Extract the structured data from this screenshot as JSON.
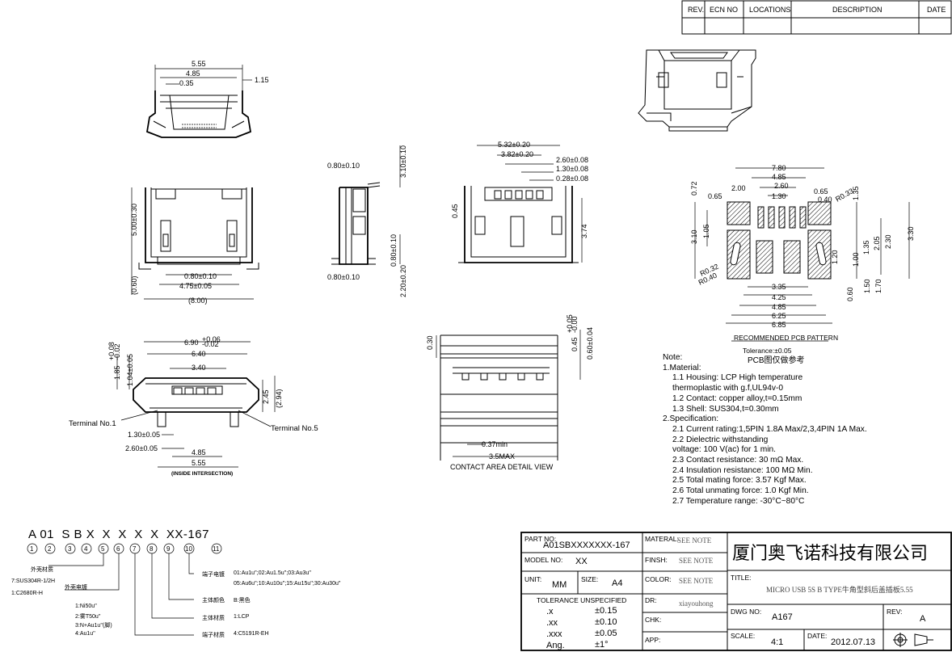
{
  "revision_table": {
    "headers": [
      "REV.",
      "ECN NO",
      "LOCATIONS",
      "DESCRIPTION",
      "DATE"
    ]
  },
  "views": {
    "top_dims": [
      "5.55",
      "4.85",
      "0.35",
      "1.15"
    ],
    "front_dims": [
      "5.00±0.30",
      "(0.60)",
      "0.80±0.10",
      "4.75±0.05",
      "(8.00)"
    ],
    "side_dims": [
      "0.80±0.10",
      "3.10±0.10",
      "0.80±0.10",
      "0.80±0.10",
      "2.20±0.20"
    ],
    "pin_dims": [
      "5.32±0.20",
      "3.82±0.20",
      "2.60±0.08",
      "1.30±0.08",
      "0.28±0.08",
      "0.45",
      "3.74"
    ],
    "bottom_dims": [
      "6.90",
      "+0.06",
      "-0.02",
      "6.40",
      "3.40",
      "1.85",
      "+0.08",
      "-0.02",
      "1.04±0.05",
      "2.45",
      "(2.94)",
      "1.30±0.05",
      "2.60±0.05",
      "4.85",
      "5.55"
    ],
    "terminal_1": "Terminal No.1",
    "terminal_5": "Terminal No.5",
    "inside_intersection": "(INSIDE INTERSECTION)",
    "contact_dims": [
      "0.30",
      "0.45",
      "+0.05",
      "-0.00",
      "0.60±0.04",
      "0.37min",
      "3.5MAX"
    ],
    "contact_title": "CONTACT AREA DETAIL VIEW"
  },
  "pcb": {
    "dims_top": [
      "7.80",
      "4.85",
      "2.60",
      "1.30",
      "0.65",
      "2.00",
      "0.65",
      "0.40",
      "R0.33",
      "1.35",
      "0.72"
    ],
    "dims_left": [
      "3.10",
      "1.05",
      "R0.32",
      "R0.40"
    ],
    "dims_right": [
      "2.05",
      "1.35",
      "2.30",
      "3.30",
      "1.20",
      "1.00"
    ],
    "dims_bottom": [
      "3.35",
      "4.25",
      "4.85",
      "6.25",
      "6.85",
      "0.60",
      "1.50",
      "1.70"
    ],
    "title": "RECOMMENDED PCB PATTERN",
    "tolerance": "Tolerance:±0.05",
    "note_cn": "PCB图仅做参考"
  },
  "notes": {
    "lines": [
      "Note:",
      "1.Material:",
      "  1.1  Housing: LCP High temperature",
      "         thermoplastic with g.f,UL94v-0",
      "  1.2  Contact: copper alloy,t=0.15mm",
      "  1.3  Shell: SUS304,t=0.30mm",
      "2.Specification:",
      "  2.1  Current rating:1,5PIN 1.8A Max/2,3,4PIN 1A Max.",
      "  2.2  Dielectric withstanding",
      "         voltage: 100 V(ac) for 1 min.",
      "  2.3  Contact resistance: 30 mΩ Max.",
      "  2.4  Insulation resistance: 100 MΩ Min.",
      "  2.5  Total mating force: 3.57 Kgf Max.",
      "  2.6  Total unmating force: 1.0 Kgf Min.",
      "  2.7  Temperature range: -30°C~80°C"
    ]
  },
  "part_code": {
    "code": "A 01  S B X  X  X  X  X  XX-167",
    "circles": [
      "1",
      "2",
      "3",
      "4",
      "5",
      "6",
      "7",
      "8",
      "9",
      "10",
      "11"
    ],
    "legend": [
      "外壳材质",
      "7:SUS304R-1/2H",
      "1:C2680R-H",
      "外壳电镀",
      "1:Ni50u''",
      "2:雾T50u''",
      "3:N+Au1u''(脚)",
      "4:Au1u''",
      "端子电镀",
      "01:Au1u'';02:Au1.5u'';03:Au3u''",
      "05:Au6u'';10:Au10u'';15:Au15u'';30:Au30u''",
      "主体颜色",
      "B:黑色",
      "主体材质",
      "1:LCP",
      "端子材质",
      "4:C5191R-EH"
    ]
  },
  "title_block": {
    "part_no_label": "PART NO:",
    "part_no": "A01SBXXXXXXX-167",
    "model_no_label": "MODEL NO:",
    "model_no": "XX",
    "unit_label": "UNIT:",
    "unit": "MM",
    "size_label": "SIZE:",
    "size": "A4",
    "tolerance_label": "TOLERANCE UNSPECIFIED",
    "tol_rows": [
      [
        ".x",
        "±0.15"
      ],
      [
        ".xx",
        "±0.10"
      ],
      [
        ".xxx",
        "±0.05"
      ],
      [
        "Ang.",
        "±1°"
      ]
    ],
    "material_label": "MATERAL:",
    "material": "SEE NOTE",
    "finish_label": "FINSH:",
    "finish": "SEE NOTE",
    "color_label": "COLOR:",
    "color": "SEE NOTE",
    "dr_label": "DR:",
    "dr": "xiayouhong",
    "chk_label": "CHK:",
    "app_label": "APP:",
    "company": "厦门奥飞诺科技有限公司",
    "title_label": "TITLE:",
    "title": "MICRO USB 5S B TYPE牛角型斜后盖插板5.55",
    "dwg_label": "DWG NO:",
    "dwg": "A167",
    "rev_label": "REV:",
    "rev": "A",
    "scale_label": "SCALE:",
    "scale": "4:1",
    "date_label": "DATE:",
    "date": "2012.07.13"
  }
}
